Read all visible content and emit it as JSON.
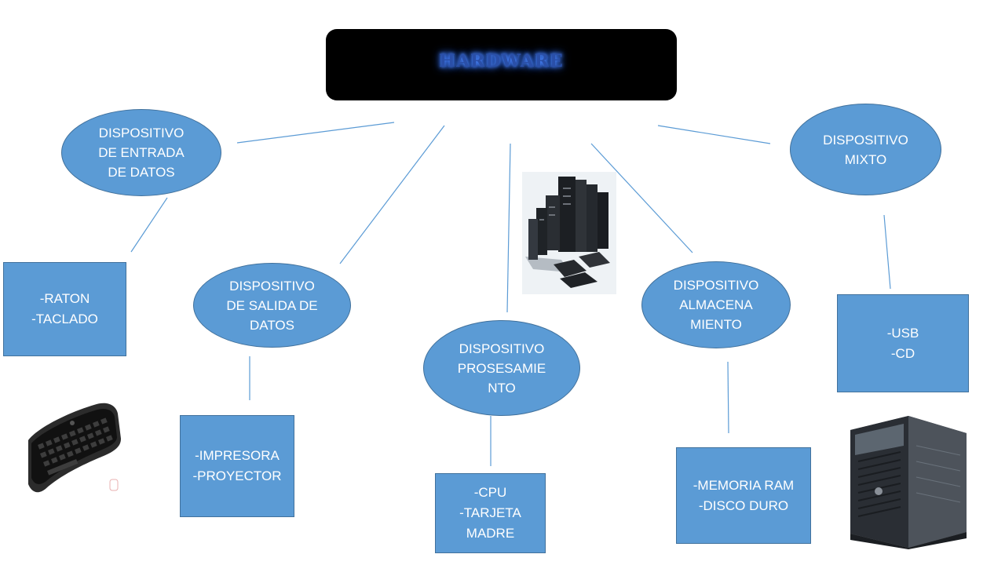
{
  "title": "HARDWARE",
  "categories": [
    {
      "label": "DISPOSITIVO\nDE ENTRADA\nDE DATOS",
      "items": "-RATON\n-TACLADO"
    },
    {
      "label": "DISPOSITIVO\nDE SALIDA DE\nDATOS",
      "items": "-IMPRESORA\n-PROYECTOR"
    },
    {
      "label": "DISPOSITIVO\nPROSESAMIE\nNTO",
      "items": "-CPU\n-TARJETA\nMADRE"
    },
    {
      "label": "DISPOSITIVO\nALMACENA\nMIENTO",
      "items": "-MEMORIA  RAM\n-DISCO DURO"
    },
    {
      "label": "DISPOSITIVO\nMIXTO",
      "items": "-USB\n-CD"
    }
  ],
  "images": [
    "keyboard-image",
    "servers-image",
    "tower-server-image"
  ],
  "colors": {
    "node_fill": "#5b9bd5",
    "node_border": "#41719c",
    "line": "#5b9bd5",
    "title_bg": "#000000",
    "title_glow": "#3a78ff"
  }
}
